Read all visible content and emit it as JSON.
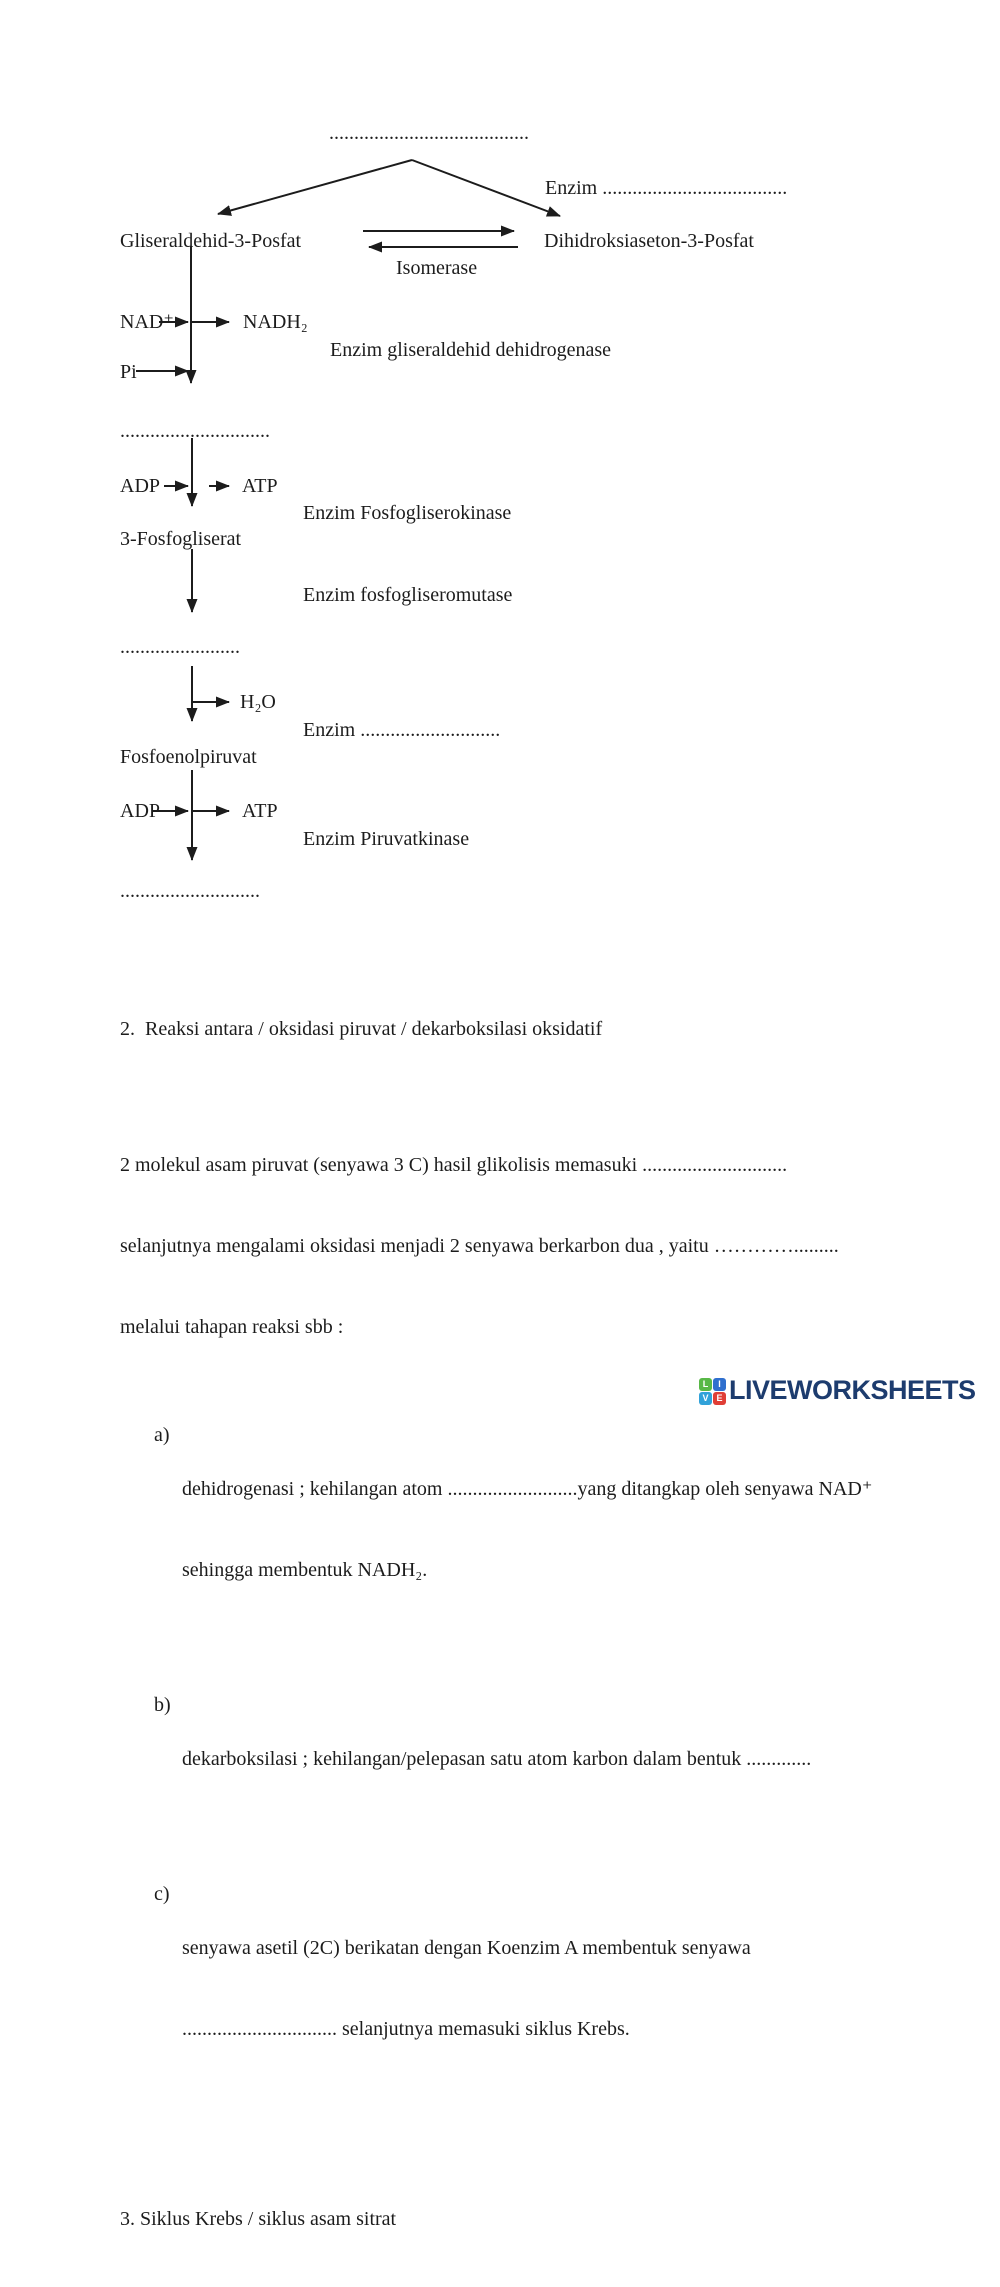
{
  "diagram": {
    "top_blank": "........................................",
    "enzim_top": "Enzim .....................................",
    "glyceraldehyde": "Gliseraldehid-3-Posfat",
    "dihydroxyacetone": "Dihidroksiaseton-3-Posfat",
    "isomerase": "Isomerase",
    "nad": "NAD⁺",
    "nadh2": "NADH₂",
    "enzim_gliseraldehid": "Enzim gliseraldehid dehidrogenase",
    "pi": "Pi",
    "blank_after_pi": "..............................",
    "adp1": "ADP",
    "atp1": "ATP",
    "enzim_fosfogliserokinase": "Enzim Fosfogliserokinase",
    "fosfogliserat": "3-Fosfogliserat",
    "enzim_fosfogliseromutase": "Enzim fosfogliseromutase",
    "blank_2pg": "........................",
    "h2o": "H₂O",
    "enzim_blank": "Enzim ............................",
    "fosfoenolpiruvat": "Fosfoenolpiruvat",
    "adp2": "ADP",
    "atp2": "ATP",
    "enzim_piruvatkinase": "Enzim Piruvatkinase",
    "blank_piruvat": "............................"
  },
  "section2": {
    "heading": "2.  Reaksi antara / oksidasi piruvat / dekarboksilasi oksidatif",
    "paragraph": [
      "2 molekul asam piruvat (senyawa 3 C) hasil glikolisis memasuki .............................",
      "selanjutnya mengalami oksidasi menjadi 2 senyawa berkarbon dua , yaitu ………….........",
      "melalui tahapan reaksi sbb :"
    ],
    "items": [
      {
        "marker": "a)",
        "lines": [
          "dehidrogenasi ; kehilangan atom ..........................yang ditangkap oleh senyawa NAD⁺",
          "sehingga membentuk NADH₂."
        ]
      },
      {
        "marker": "b)",
        "lines": [
          "dekarboksilasi ; kehilangan/pelepasan satu atom karbon dalam bentuk ............."
        ]
      },
      {
        "marker": "c)",
        "lines": [
          "senyawa asetil (2C) berikatan dengan Koenzim A membentuk senyawa",
          "............................... selanjutnya memasuki siklus Krebs."
        ]
      }
    ]
  },
  "section3": {
    "heading": "3. Siklus Krebs / siklus asam sitrat"
  },
  "footer": {
    "brand": "LIVEWORKSHEETS",
    "brand_color": "#1d3c6e",
    "logo_squares": [
      {
        "letter": "L",
        "color": "#58b847"
      },
      {
        "letter": "I",
        "color": "#2f6fce"
      },
      {
        "letter": "V",
        "color": "#31a2d9"
      },
      {
        "letter": "E",
        "color": "#e03e36"
      }
    ]
  }
}
